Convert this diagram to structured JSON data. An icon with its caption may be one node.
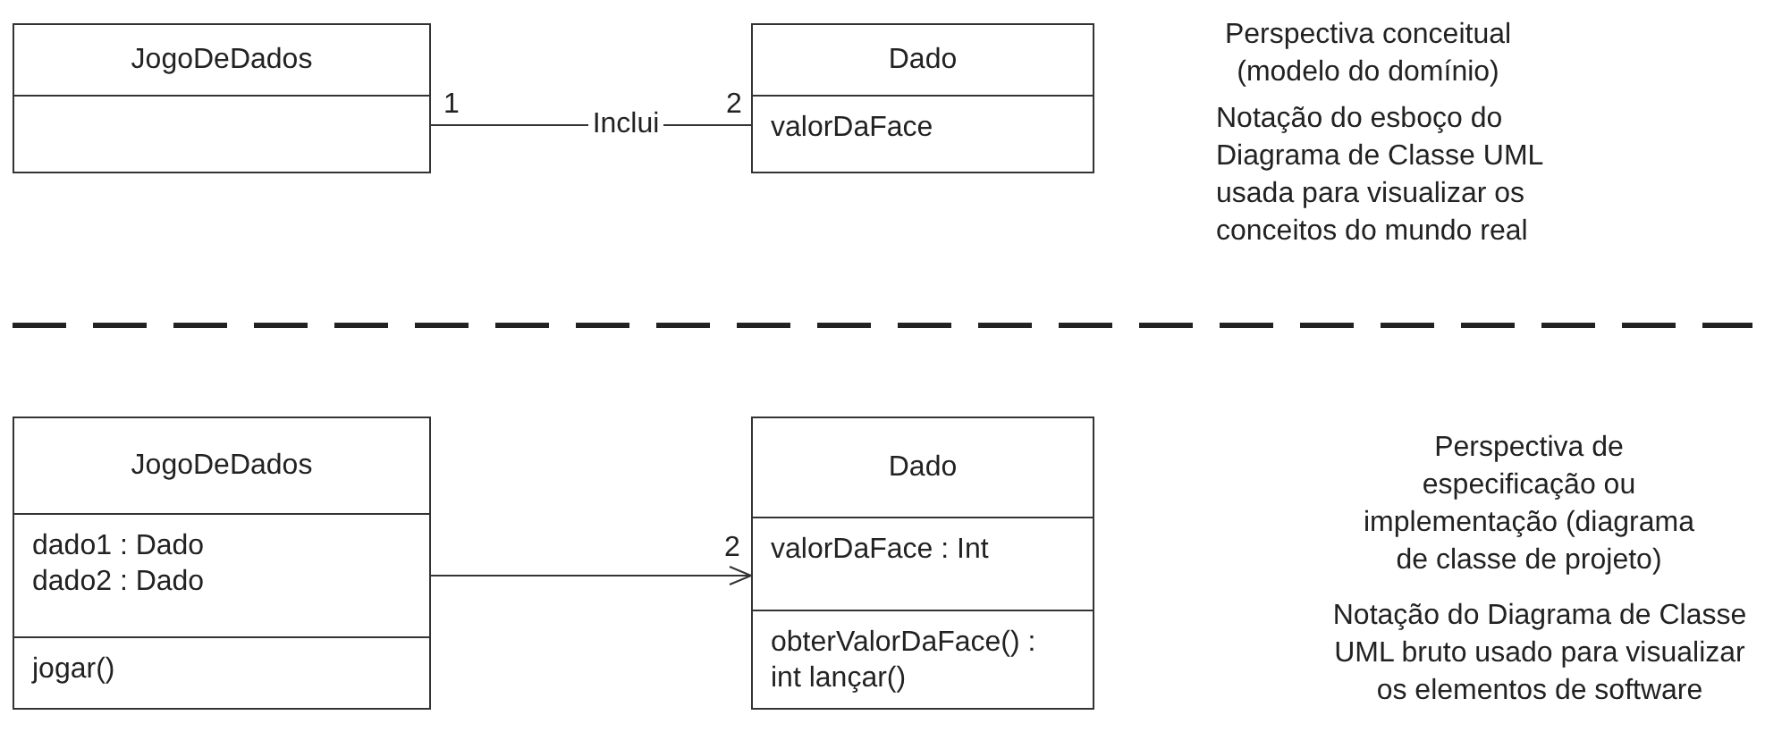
{
  "diagram": {
    "nodes": [
      {
        "text": [
          "JogoDeDados"
        ]
      },
      {
        "text": [
          "Dado",
          "valorDaFace"
        ]
      },
      {
        "text": [
          "JogoDeDados",
          "dado1 : Dado",
          "dado2 : Dado",
          "jogar()"
        ]
      },
      {
        "text": [
          "Dado",
          "valorDaFace : Int",
          "obterValorDaFace() : int lançar()"
        ]
      }
    ],
    "edges": [
      {
        "from": 0,
        "to": 1,
        "arrow": "none",
        "label": "Inclui"
      },
      {
        "from": 2,
        "to": 3,
        "arrow": "to"
      }
    ],
    "labels": [
      "1",
      "2",
      "Perspectiva conceitual (modelo do domínio)",
      "Notação do esboço do Diagrama de Classe UML usada para visualizar os conceitos do mundo real",
      "2",
      "Perspectiva de especificação ou implementação (diagrama de classe de projeto)",
      "Notação do Diagrama de Classe UML bruto usado para visualizar os elementos de software"
    ]
  }
}
